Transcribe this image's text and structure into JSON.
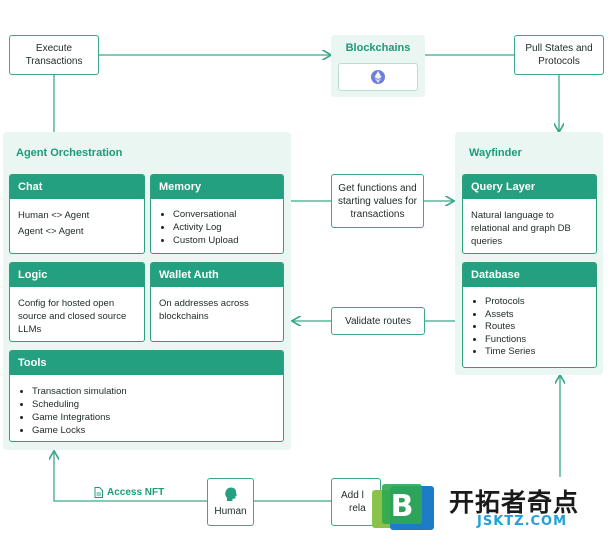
{
  "top": {
    "execute": "Execute Transactions",
    "blockchains": "Blockchains",
    "pull_states": "Pull States and Protocols"
  },
  "agent": {
    "title": "Agent Orchestration",
    "chat": {
      "title": "Chat",
      "lines": [
        "Human <> Agent",
        "Agent <> Agent"
      ]
    },
    "memory": {
      "title": "Memory",
      "items": [
        "Conversational",
        "Activity Log",
        "Custom Upload"
      ]
    },
    "logic": {
      "title": "Logic",
      "text": "Config for hosted open source and closed source LLMs"
    },
    "wallet": {
      "title": "Wallet Auth",
      "text": "On addresses across blockchains"
    },
    "tools": {
      "title": "Tools",
      "items": [
        "Transaction simulation",
        "Scheduling",
        "Game Integrations",
        "Game Locks"
      ]
    }
  },
  "middle": {
    "get_functions": "Get functions and starting values for transactions",
    "validate_routes": "Validate routes"
  },
  "wayfinder": {
    "title": "Wayfinder",
    "query": {
      "title": "Query Layer",
      "text": "Natural language to relational and graph DB queries"
    },
    "database": {
      "title": "Database",
      "items": [
        "Protocols",
        "Assets",
        "Routes",
        "Functions",
        "Time Series"
      ]
    }
  },
  "bottom": {
    "access_nft": "Access NFT",
    "human": "Human",
    "add_partial": "Add l",
    "add_partial2": "rela"
  },
  "watermark": {
    "name": "开拓者奇点",
    "url": "JSKTZ.COM",
    "letter": "B"
  },
  "colors": {
    "accent": "#23a07f",
    "panel": "#e9f6f1",
    "line": "#3aa88a",
    "eth": "#6e7fd8"
  }
}
